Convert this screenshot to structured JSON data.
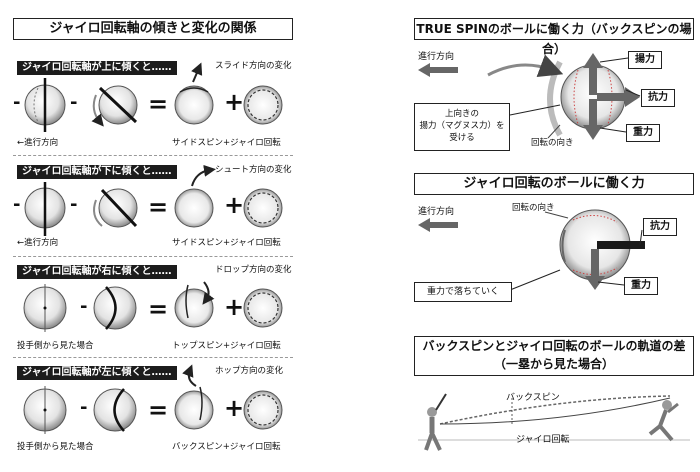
{
  "left": {
    "title": "ジャイロ回転軸の傾きと変化の関係",
    "rows": [
      {
        "label": "ジャイロ回転軸が上に傾くと……",
        "note": "スライド方向の変化",
        "left_caption": "←進行方向",
        "result_caption": "サイドスピン+ジャイロ回転"
      },
      {
        "label": "ジャイロ回転軸が下に傾くと……",
        "note": "シュート方向の変化",
        "left_caption": "←進行方向",
        "result_caption": "サイドスピン+ジャイロ回転"
      },
      {
        "label": "ジャイロ回転軸が右に傾くと……",
        "note": "ドロップ方向の変化",
        "left_caption": "投手側から見た場合",
        "result_caption": "トップスピン+ジャイロ回転"
      },
      {
        "label": "ジャイロ回転軸が左に傾くと……",
        "note": "ホップ方向の変化",
        "left_caption": "投手側から見た場合",
        "result_caption": "バックスピン+ジャイロ回転"
      }
    ],
    "symbols": {
      "minus": "-",
      "equals": "=",
      "plus": "+"
    }
  },
  "true_spin": {
    "title": "TRUE SPINのボールに働く力（バックスピンの場合）",
    "direction": "進行方向",
    "lift": "揚力",
    "drag": "抗力",
    "gravity": "重力",
    "magnus_box": "上向きの\n揚力（マグヌス力）を\n受ける",
    "rotation": "回転の向き"
  },
  "gyro": {
    "title": "ジャイロ回転のボールに働く力",
    "direction": "進行方向",
    "rotation": "回転の向き",
    "drag": "抗力",
    "gravity": "重力",
    "falling_box": "重力で落ちていく"
  },
  "trajectory": {
    "title_line1": "バックスピンとジャイロ回転のボールの軌道の差",
    "title_line2": "（一塁から見た場合）",
    "backspin": "バックスピン",
    "gyro": "ジャイロ回転"
  }
}
